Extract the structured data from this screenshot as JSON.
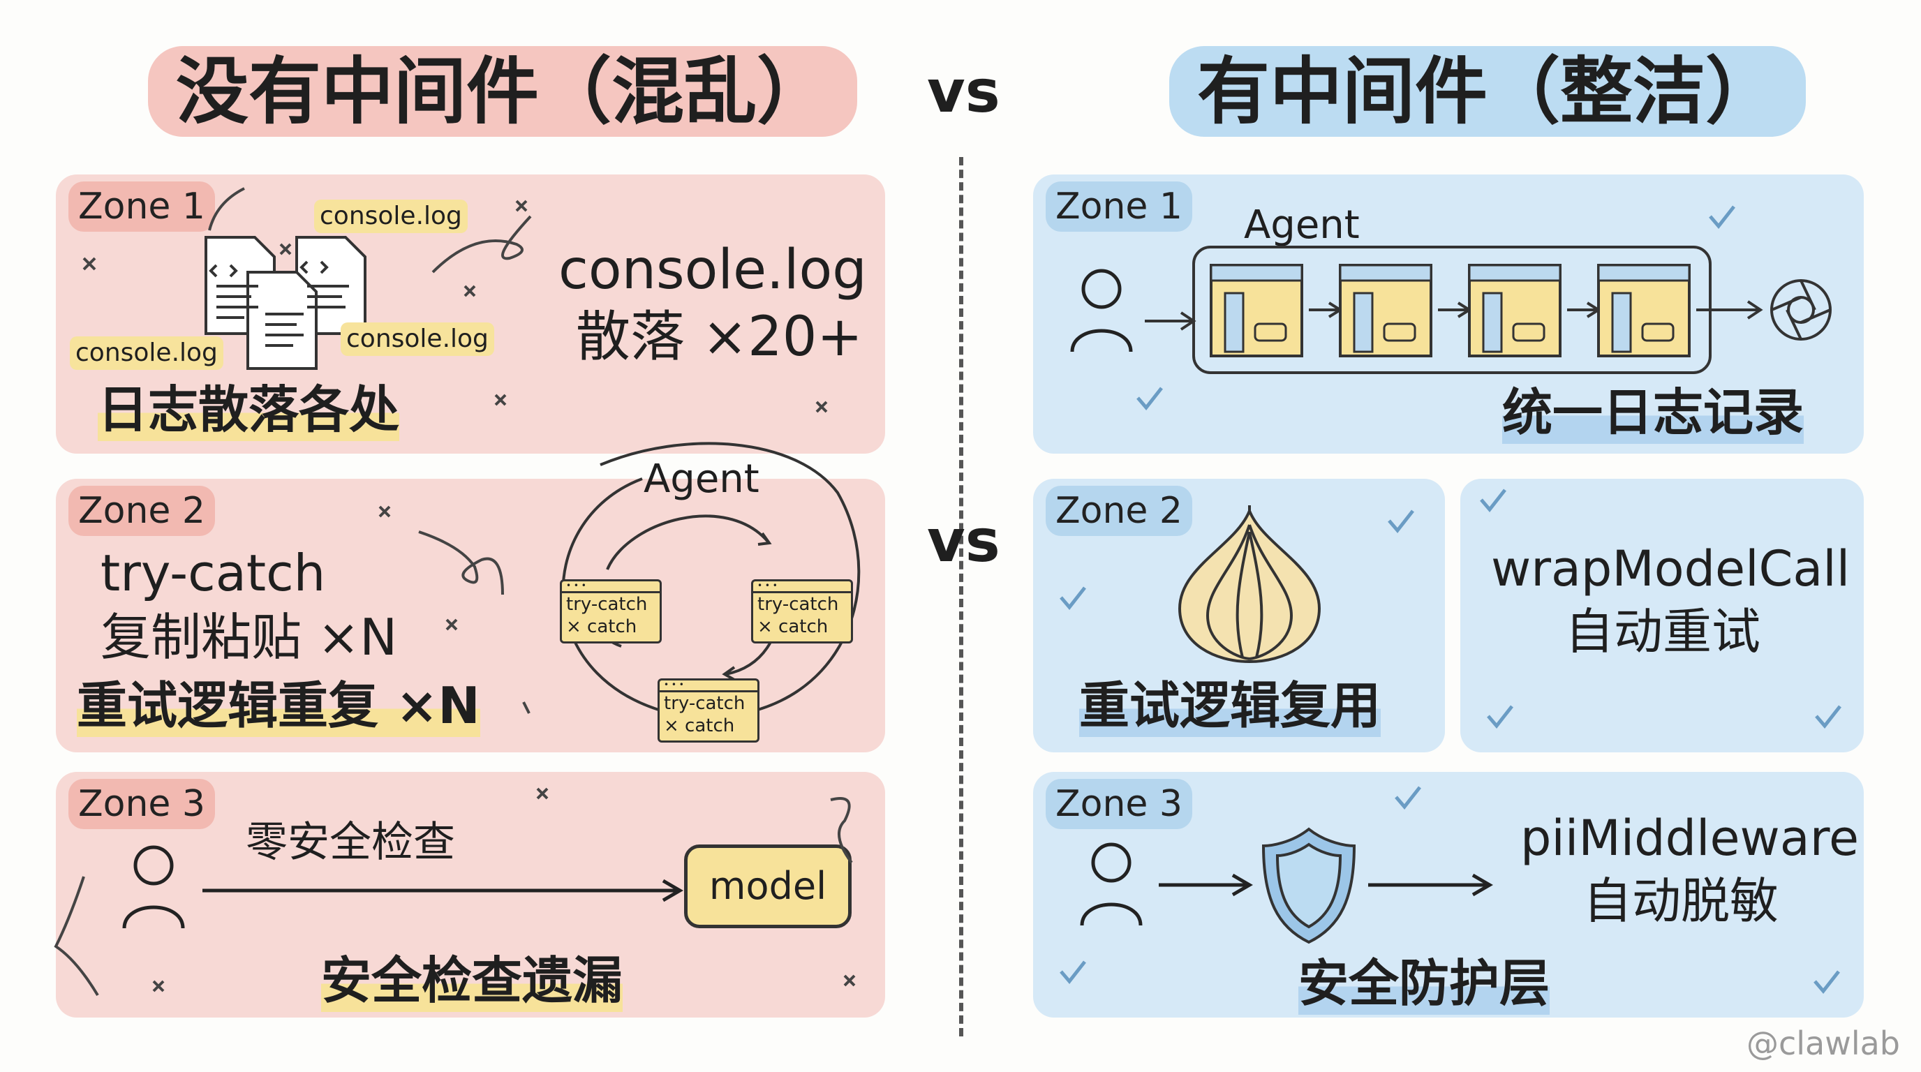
{
  "header": {
    "left_title": "没有中间件（混乱）",
    "vs_top": "vs",
    "right_title": "有中间件（整洁）",
    "vs_middle": "vs"
  },
  "left": {
    "zone1": {
      "tag": "Zone 1",
      "log_tags": [
        "console.log",
        "console.log",
        "console.log"
      ],
      "big_line1": "console.log",
      "big_line2": "散落 ×20+",
      "caption": "日志散落各处"
    },
    "zone2": {
      "tag": "Zone 2",
      "line1": "try-catch",
      "line2": "复制粘贴 ×N",
      "caption": "重试逻辑重复 ×N",
      "agent_label": "Agent",
      "box_line1": "try-catch",
      "box_line2": "× catch"
    },
    "zone3": {
      "tag": "Zone 3",
      "arrow_label": "零安全检查",
      "model_label": "model",
      "caption": "安全检查遗漏"
    }
  },
  "right": {
    "zone1": {
      "tag": "Zone 1",
      "agent_label": "Agent",
      "caption": "统一日志记录"
    },
    "zone2": {
      "tag": "Zone 2",
      "caption": "重试逻辑复用",
      "side_line1": "wrapModelCall",
      "side_line2": "自动重试"
    },
    "zone3": {
      "tag": "Zone 3",
      "mw_line1": "piiMiddleware",
      "mw_line2": "自动脱敏",
      "caption": "安全防护层"
    }
  },
  "watermark": "@clawlab",
  "colors": {
    "red_panel": "#f7d9d5",
    "blue_panel": "#d6e9f7",
    "yellow_highlight": "#f7e29a"
  }
}
